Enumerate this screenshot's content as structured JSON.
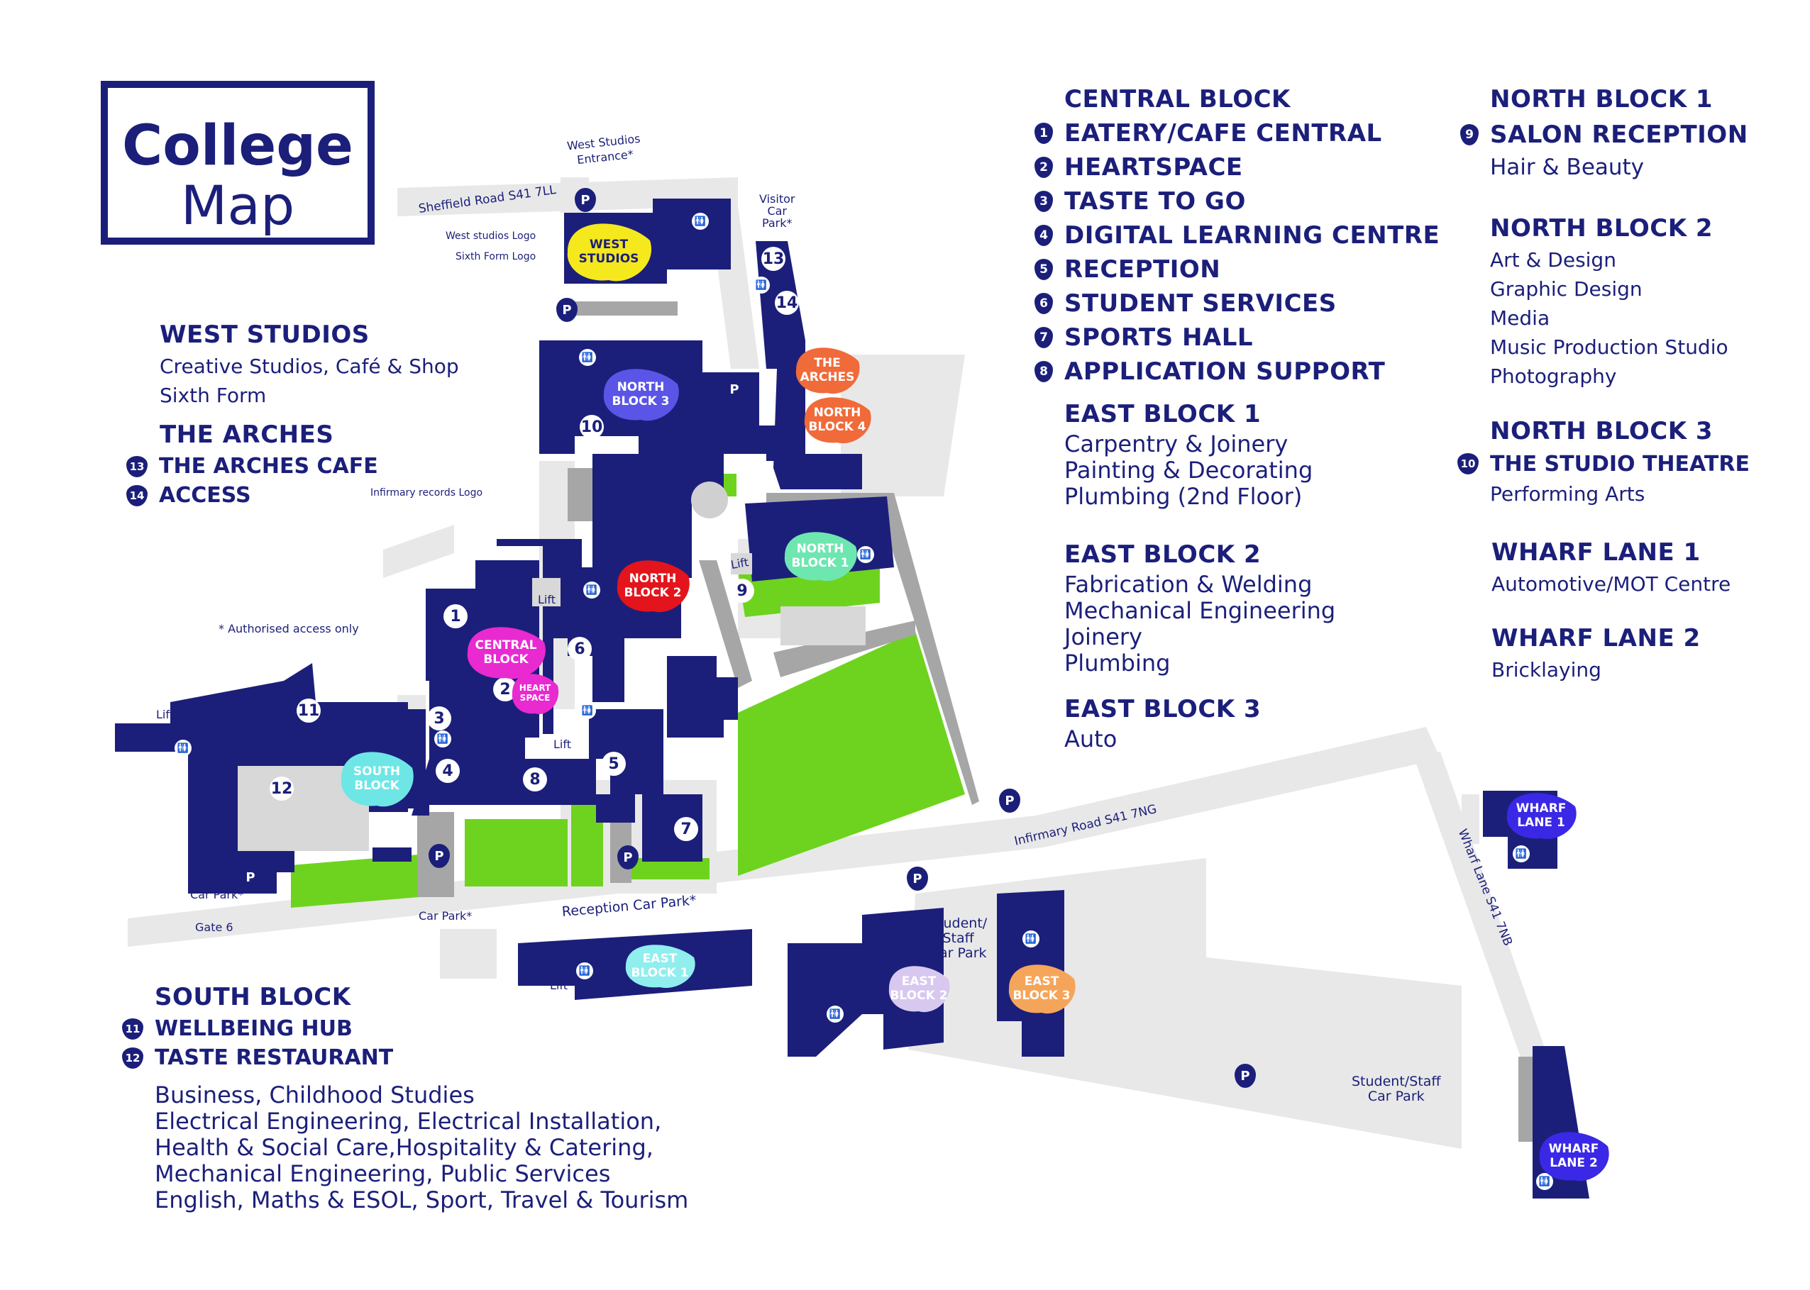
{
  "title": {
    "line1": "College",
    "line2": "Map"
  },
  "colors": {
    "navy": "#1b1f7a",
    "green": "#6ed31e",
    "grey": "#a6a6a6",
    "lightgrey": "#e8e8e8"
  },
  "legend": {
    "west_studios": {
      "heading": "WEST STUDIOS",
      "lines": [
        "Creative Studios, Café & Shop",
        "Sixth Form"
      ]
    },
    "the_arches": {
      "heading": "THE ARCHES",
      "items": [
        {
          "num": "13",
          "label": "THE ARCHES CAFE"
        },
        {
          "num": "14",
          "label": "ACCESS"
        }
      ]
    },
    "south_block": {
      "heading": "SOUTH BLOCK",
      "items": [
        {
          "num": "11",
          "label": "WELLBEING HUB"
        },
        {
          "num": "12",
          "label": "TASTE RESTAURANT"
        }
      ],
      "lines": [
        "Business, Childhood Studies",
        "Electrical Engineering, Electrical Installation,",
        "Health & Social Care,Hospitality & Catering,",
        "Mechanical Engineering, Public Services",
        "English, Maths & ESOL, Sport, Travel & Tourism"
      ]
    },
    "central_block": {
      "heading": "CENTRAL BLOCK",
      "items": [
        {
          "num": "1",
          "label": "EATERY/CAFE CENTRAL"
        },
        {
          "num": "2",
          "label": "HEARTSPACE"
        },
        {
          "num": "3",
          "label": "TASTE TO GO"
        },
        {
          "num": "4",
          "label": "DIGITAL LEARNING CENTRE"
        },
        {
          "num": "5",
          "label": "RECEPTION"
        },
        {
          "num": "6",
          "label": "STUDENT SERVICES"
        },
        {
          "num": "7",
          "label": "SPORTS HALL"
        },
        {
          "num": "8",
          "label": "APPLICATION SUPPORT"
        }
      ]
    },
    "east_block_1": {
      "heading": "EAST BLOCK 1",
      "lines": [
        "Carpentry & Joinery",
        "Painting & Decorating",
        "Plumbing (2nd Floor)"
      ]
    },
    "east_block_2": {
      "heading": "EAST BLOCK 2",
      "lines": [
        "Fabrication & Welding",
        "Mechanical Engineering",
        "Joinery",
        "Plumbing"
      ]
    },
    "east_block_3": {
      "heading": "EAST BLOCK 3",
      "lines": [
        "Auto"
      ]
    },
    "north_block_1": {
      "heading": "NORTH BLOCK 1",
      "items": [
        {
          "num": "9",
          "label": "SALON RECEPTION"
        }
      ],
      "lines": [
        "Hair & Beauty"
      ]
    },
    "north_block_2": {
      "heading": "NORTH BLOCK 2",
      "lines": [
        "Art & Design",
        "Graphic Design",
        "Media",
        "Music Production Studio",
        "Photography"
      ]
    },
    "north_block_3": {
      "heading": "NORTH BLOCK 3",
      "items": [
        {
          "num": "10",
          "label": "THE STUDIO THEATRE"
        }
      ],
      "lines": [
        "Performing Arts"
      ]
    },
    "wharf_lane_1": {
      "heading": "WHARF LANE 1",
      "lines": [
        "Automotive/MOT Centre"
      ]
    },
    "wharf_lane_2": {
      "heading": "WHARF LANE 2",
      "lines": [
        "Bricklaying"
      ]
    }
  },
  "map_labels": {
    "west_studios_entrance": "West Studios\nEntrance*",
    "sheffield_road": "Sheffield Road S41 7LL",
    "visitor_car_park": "Visitor\nCar\nPark*",
    "west_studios_logo": "West studios Logo",
    "sixth_form_logo": "Sixth Form Logo",
    "infirmary_records_logo": "Infirmary records Logo",
    "authorised_access": "* Authorised access only",
    "staff_car_park": "Staff\nCar Park*",
    "gate_6": "Gate 6",
    "car_park": "Car Park*",
    "reception_car_park": "Reception Car Park*",
    "infirmary_road": "Infirmary Road S41 7NG",
    "wharf_lane_road": "Wharf Lane S41 7NB",
    "student_staff_car_park_1": "Student/\nStaff\nCar Park",
    "student_staff_car_park_2": "Student/Staff\nCar Park",
    "lift": "Lift",
    "lifts": "Lifts",
    "parking": "P"
  },
  "blobs": {
    "west_studios": {
      "text": "WEST\nSTUDIOS",
      "color": "#f5e81c"
    },
    "north_block_3": {
      "text": "NORTH\nBLOCK 3",
      "color": "#5a55e6"
    },
    "the_arches": {
      "text": "THE\nARCHES",
      "color": "#f06a3a"
    },
    "north_block_4": {
      "text": "NORTH\nBLOCK 4",
      "color": "#f06a3a"
    },
    "north_block_2": {
      "text": "NORTH\nBLOCK 2",
      "color": "#e3141b"
    },
    "north_block_1": {
      "text": "NORTH\nBLOCK 1",
      "color": "#6ee6b0"
    },
    "central_block": {
      "text": "CENTRAL\nBLOCK",
      "color": "#e82ad0"
    },
    "heart_space": {
      "text": "HEART\nSPACE",
      "color": "#e82ad0"
    },
    "south_block": {
      "text": "SOUTH\nBLOCK",
      "color": "#6ee6e6"
    },
    "east_block_1": {
      "text": "EAST\nBLOCK 1",
      "color": "#90eeee"
    },
    "east_block_2": {
      "text": "EAST\nBLOCK 2",
      "color": "#d8c8f0"
    },
    "east_block_3": {
      "text": "EAST\nBLOCK 3",
      "color": "#f5a55a"
    },
    "wharf_lane_1": {
      "text": "WHARF\nLANE 1",
      "color": "#3a28e6"
    },
    "wharf_lane_2": {
      "text": "WHARF\nLANE 2",
      "color": "#3a28e6"
    }
  },
  "map_numbers": [
    "1",
    "2",
    "3",
    "4",
    "5",
    "6",
    "7",
    "8",
    "9",
    "10",
    "11",
    "12",
    "13",
    "14"
  ]
}
